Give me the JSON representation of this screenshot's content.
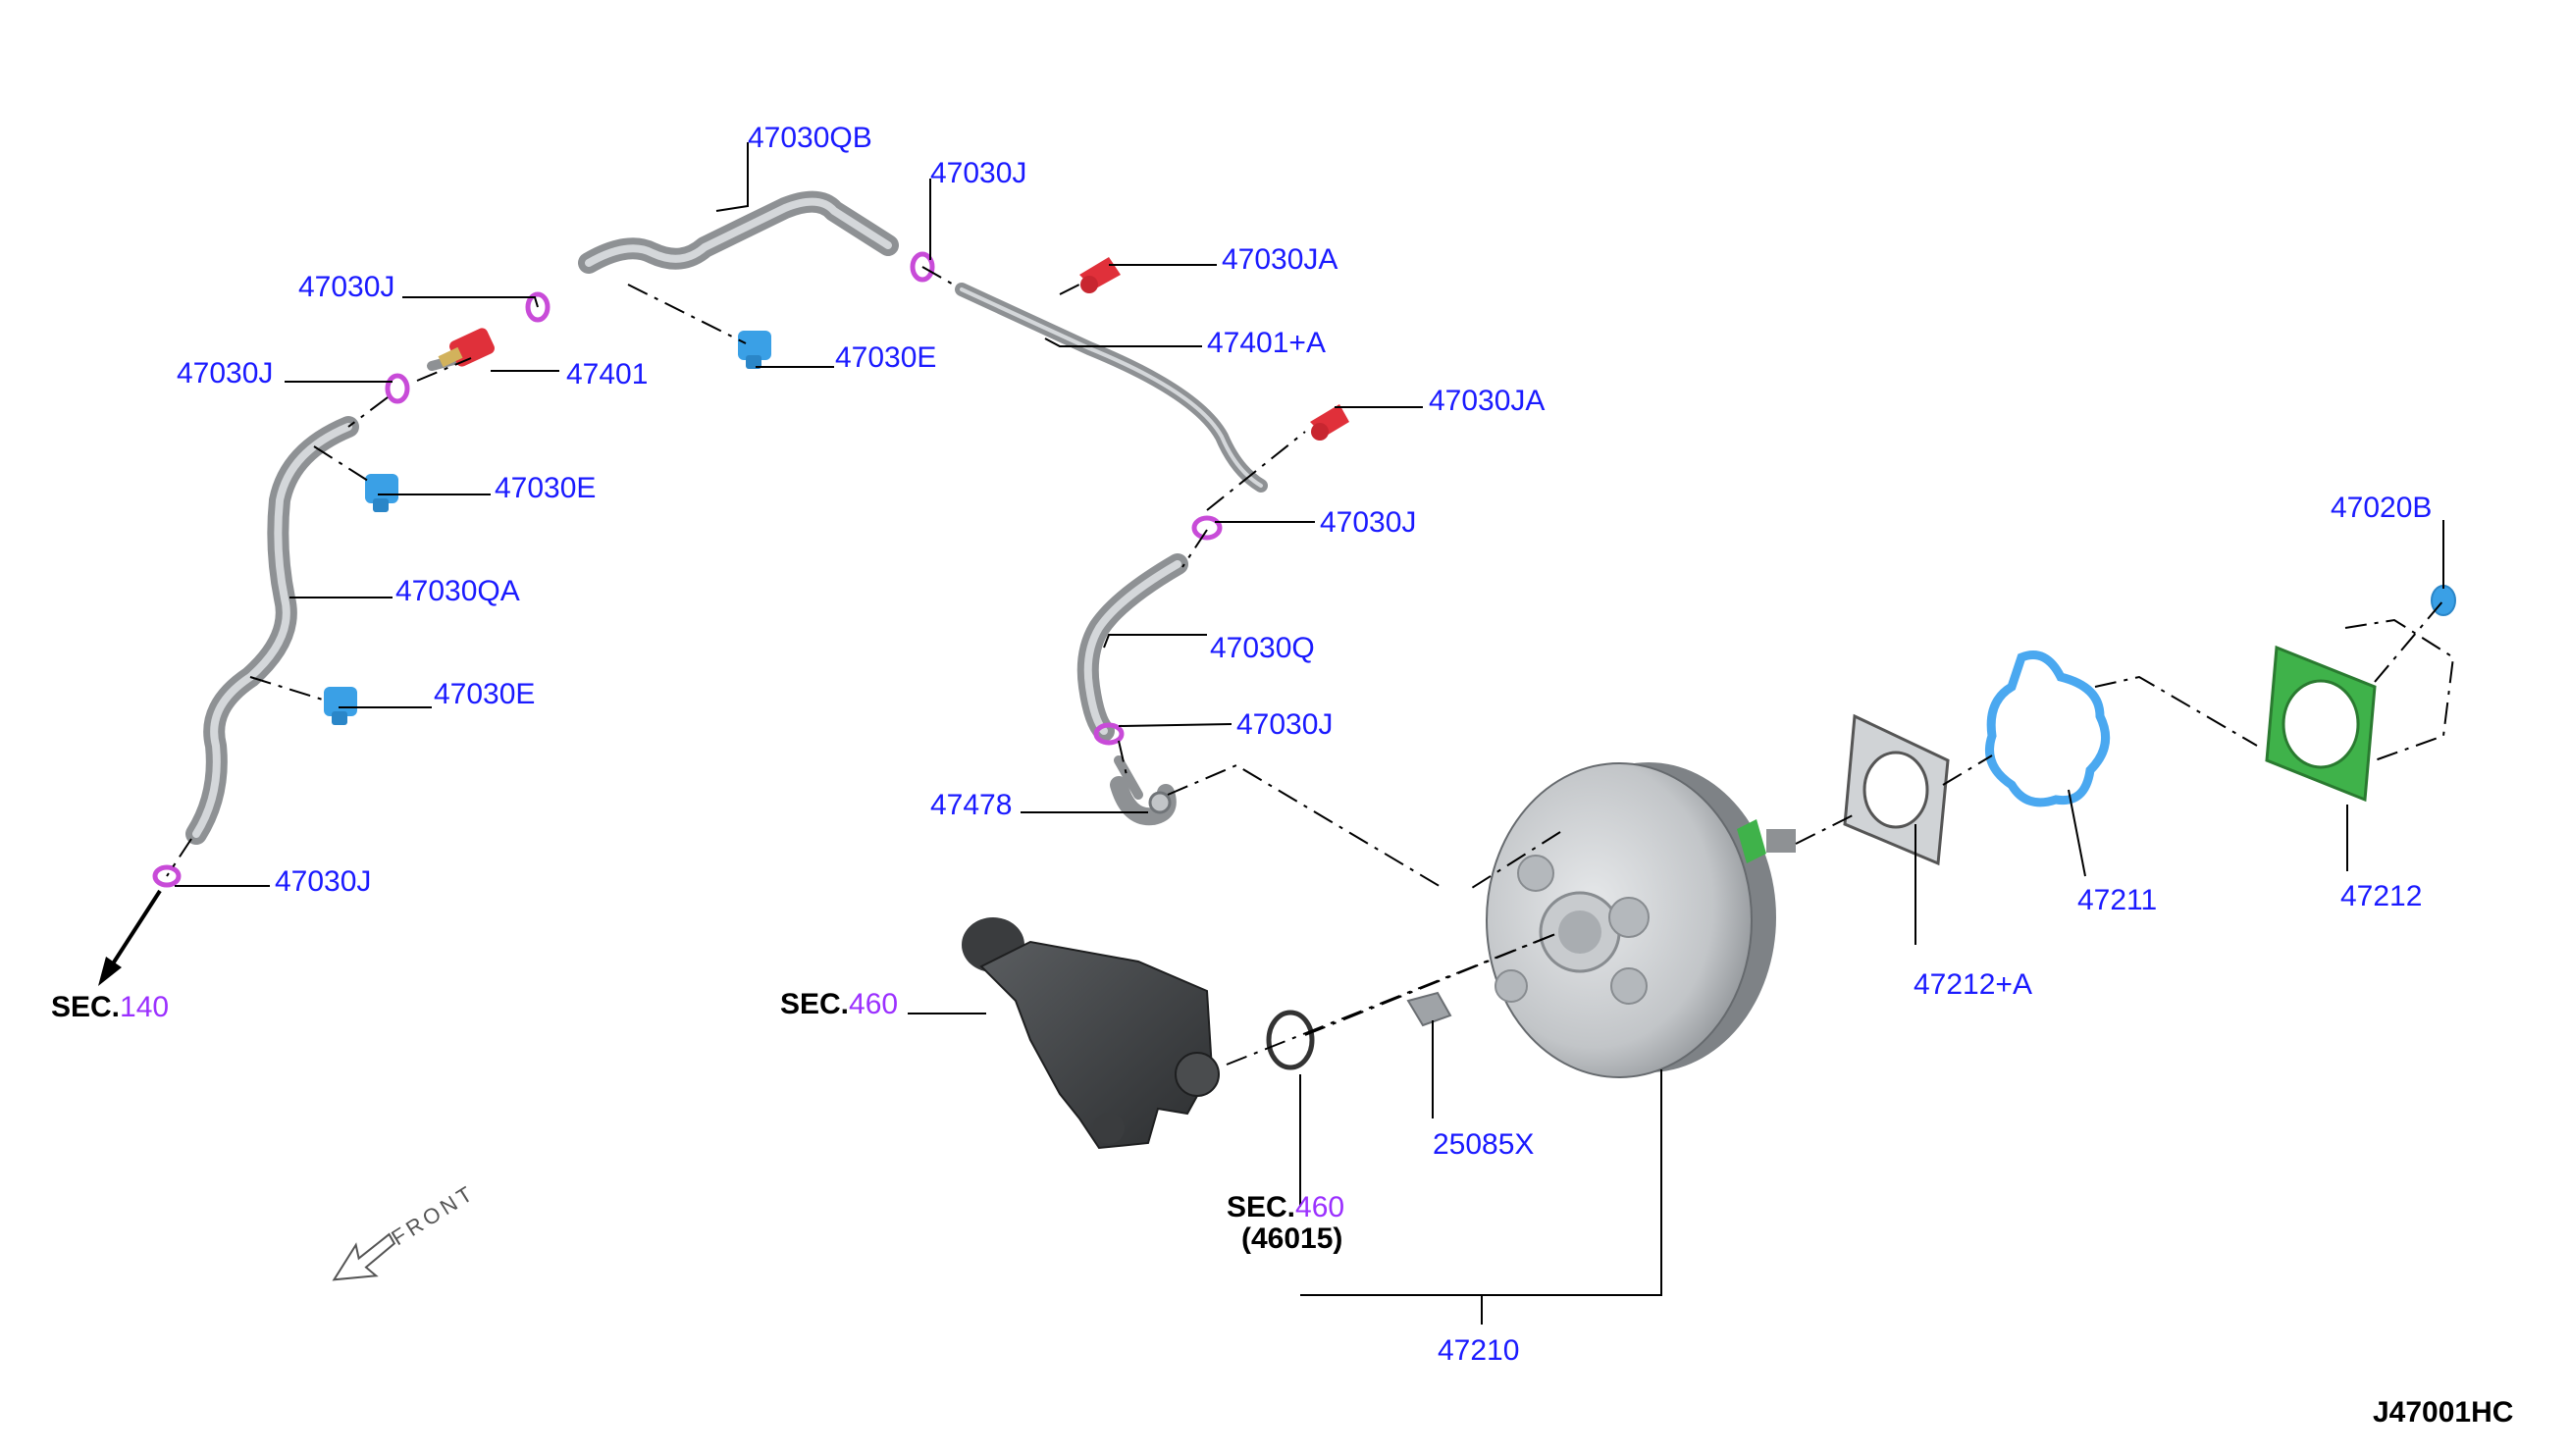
{
  "parts": {
    "p_47030qb": "47030QB",
    "p_47030j_a": "47030J",
    "p_47030j_b": "47030J",
    "p_47030ja_a": "47030JA",
    "p_47030j_c": "47030J",
    "p_47401": "47401",
    "p_47030e_a": "47030E",
    "p_47401a": "47401+A",
    "p_47030ja_b": "47030JA",
    "p_47030e_b": "47030E",
    "p_47030j_d": "47030J",
    "p_47020b": "47020B",
    "p_47030qa": "47030QA",
    "p_47030q": "47030Q",
    "p_47030e_c": "47030E",
    "p_47030j_e": "47030J",
    "p_47478": "47478",
    "p_47030j_f": "47030J",
    "p_47211": "47211",
    "p_47212": "47212",
    "p_47212a": "47212+A",
    "p_25085x": "25085X",
    "p_47210": "47210"
  },
  "sections": {
    "sec140": {
      "prefix": "SEC.",
      "number": "140"
    },
    "sec460_mc": {
      "prefix": "SEC.",
      "number": "460"
    },
    "sec460_seal": {
      "prefix": "SEC.",
      "number": "460",
      "sub": "(46015)"
    }
  },
  "front_label": "FRONT",
  "diagram_code": "J47001HC",
  "colors": {
    "part_label": "#1a1aff",
    "section_number": "#9b30ff",
    "hose": "#8e9194",
    "clamp": "#c84bd8",
    "connector_red": "#e0303a",
    "connector_blue": "#3aa0e6",
    "gasket_green": "#3fb24a",
    "gasket_blue": "#4aa8f0",
    "booster": "#c9cccf"
  },
  "icons": {
    "front_arrow": "front-arrow-icon",
    "section_arrow": "section-arrow-icon"
  }
}
